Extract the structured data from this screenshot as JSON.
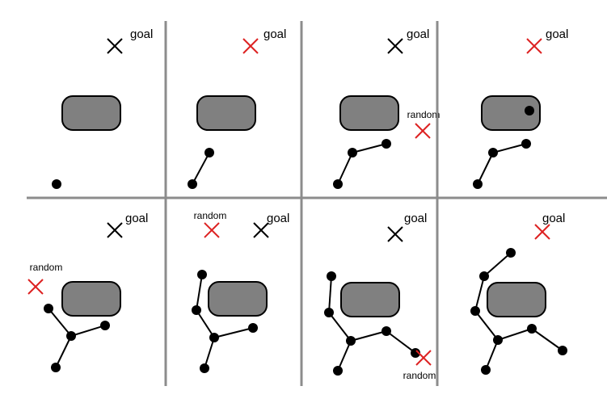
{
  "figure": {
    "labels": {
      "goal": "goal",
      "random": "random"
    },
    "colors": {
      "background": "#ffffff",
      "divider": "#8c8c8c",
      "obstacle_fill": "#808080",
      "obstacle_stroke": "#000000",
      "node": "#000000",
      "edge": "#000000",
      "goal_default": "#000000",
      "goal_selected": "#dd2222",
      "random_marker": "#dd2222"
    },
    "panels": [
      {
        "step": 1,
        "goal_selected": false,
        "random_sample": "none",
        "reached_obstacle": false
      },
      {
        "step": 2,
        "goal_selected": true,
        "random_sample": "none",
        "reached_obstacle": false
      },
      {
        "step": 3,
        "goal_selected": false,
        "random_sample": "right",
        "reached_obstacle": false
      },
      {
        "step": 4,
        "goal_selected": true,
        "random_sample": "none",
        "reached_obstacle": true
      },
      {
        "step": 5,
        "goal_selected": false,
        "random_sample": "left",
        "reached_obstacle": false
      },
      {
        "step": 6,
        "goal_selected": false,
        "random_sample": "top-left",
        "reached_obstacle": false
      },
      {
        "step": 7,
        "goal_selected": false,
        "random_sample": "bottom-right",
        "reached_obstacle": false
      },
      {
        "step": 8,
        "goal_selected": true,
        "random_sample": "none",
        "reached_obstacle": false
      }
    ]
  }
}
